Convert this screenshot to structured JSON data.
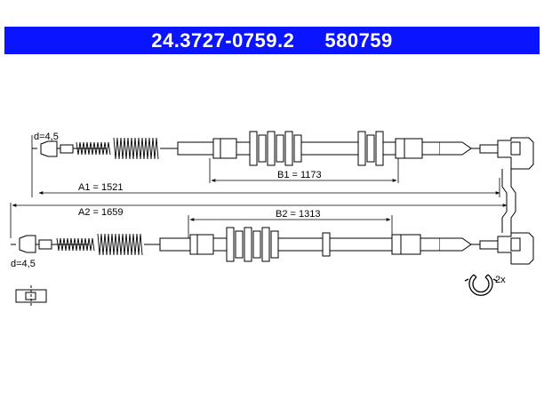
{
  "header": {
    "part_number": "24.3727-0759.2",
    "article_number": "580759",
    "background": "#0a14ff",
    "text_color": "#ffffff"
  },
  "cable_top": {
    "end_diameter_label": "d=4,5",
    "overall_length_label": "A1 = 1521",
    "sheath_length_label": "B1 = 1173"
  },
  "cable_bottom": {
    "end_diameter_label": "d=4,5",
    "overall_length_label": "A2 = 1659",
    "sheath_length_label": "B2 = 1313"
  },
  "clip": {
    "quantity_label": "2x",
    "icon": "retaining-clip-icon"
  },
  "end_fitting_icon": "cable-nipple-icon"
}
